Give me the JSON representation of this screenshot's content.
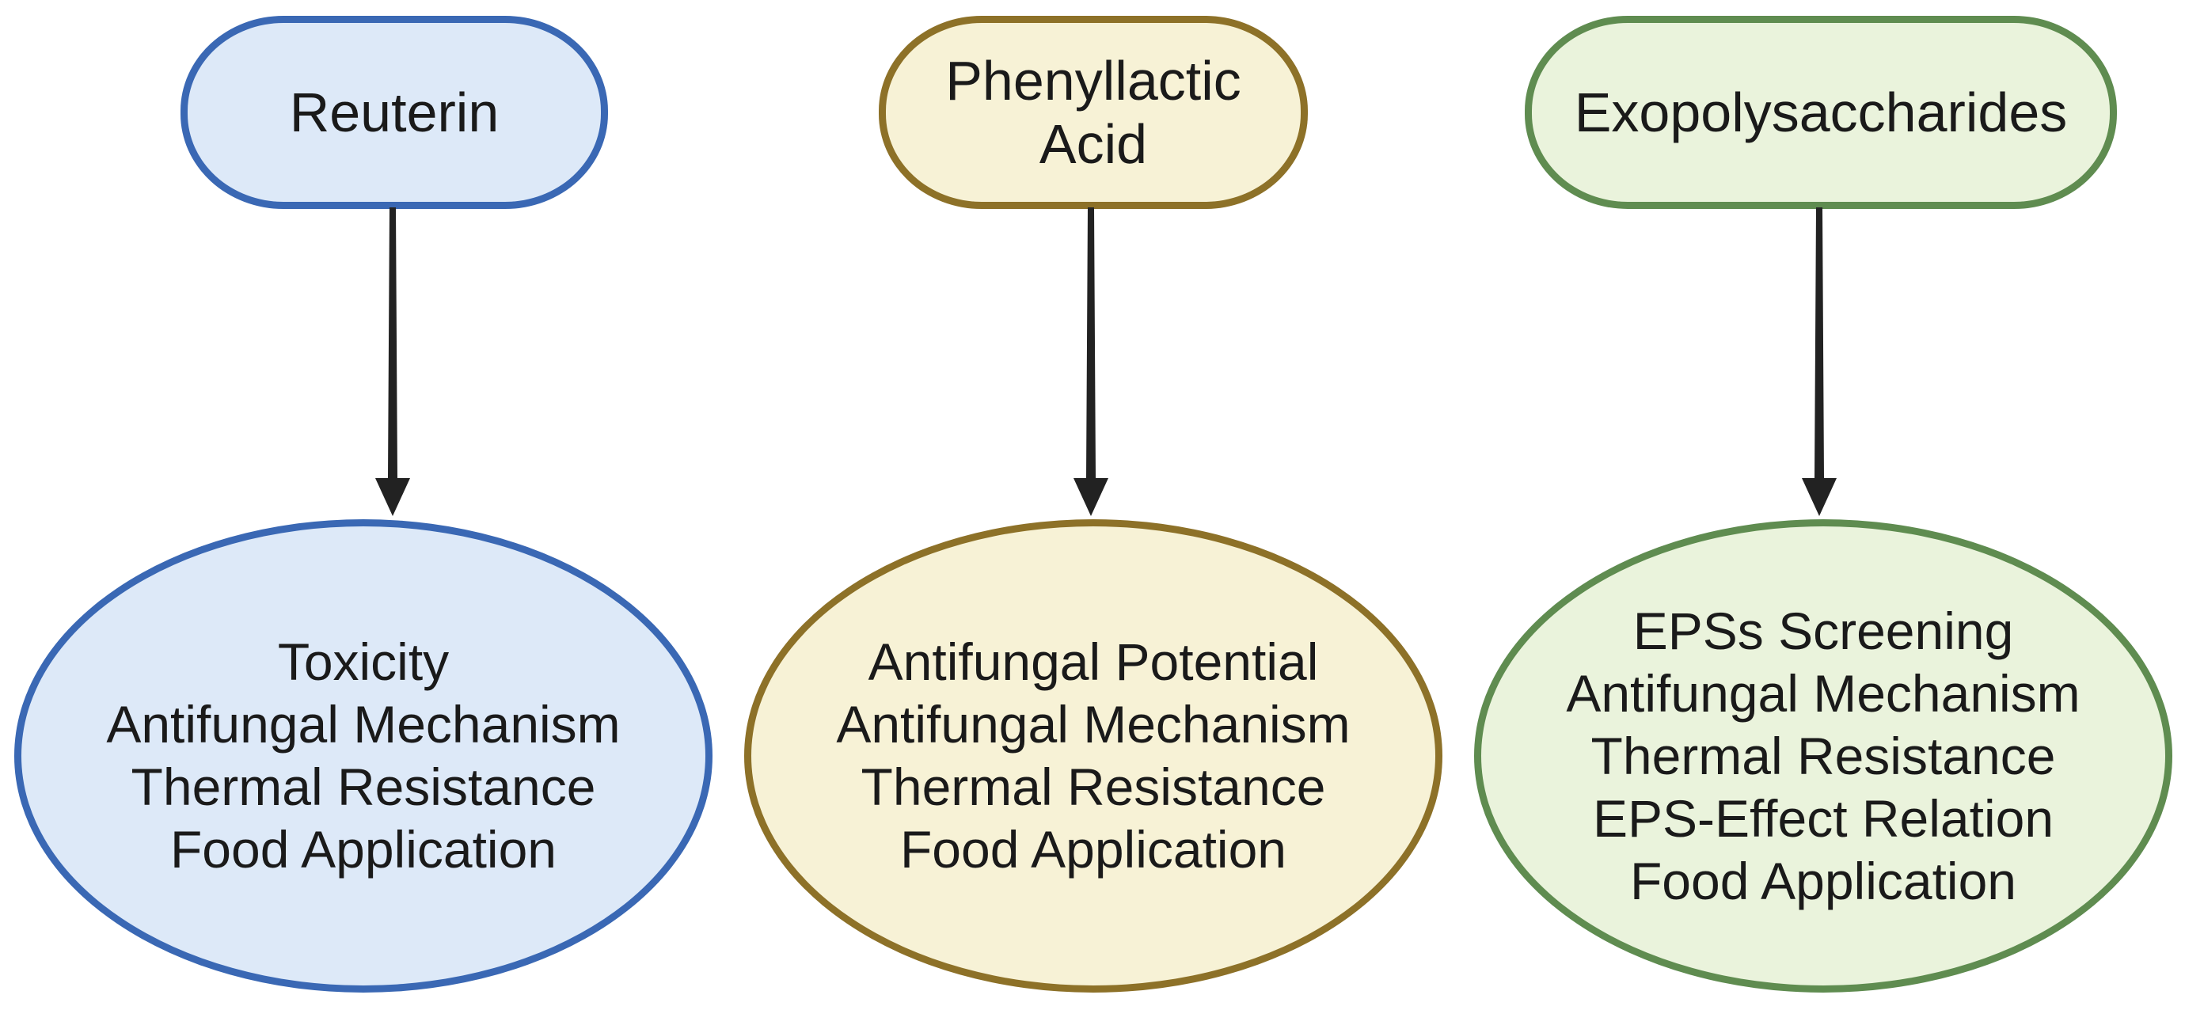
{
  "diagram": {
    "columns": [
      {
        "id": "reuterin",
        "title": "Reuterin",
        "color": "#3a68b4",
        "fill": "#dde9f8",
        "items": [
          "Toxicity",
          "Antifungal Mechanism",
          "Thermal Resistance",
          "Food Application"
        ]
      },
      {
        "id": "phenyllactic-acid",
        "title": "Phenyllactic\nAcid",
        "color": "#8d7128",
        "fill": "#f7f2d6",
        "items": [
          "Antifungal Potential",
          "Antifungal Mechanism",
          "Thermal Resistance",
          "Food Application"
        ]
      },
      {
        "id": "exopolysaccharides",
        "title": "Exopolysaccharides",
        "color": "#5f8c50",
        "fill": "#eaf3dc",
        "items": [
          "EPSs Screening",
          "Antifungal Mechanism",
          "Thermal Resistance",
          "EPS-Effect Relation",
          "Food Application"
        ]
      }
    ],
    "arrow_color": "#222222"
  }
}
